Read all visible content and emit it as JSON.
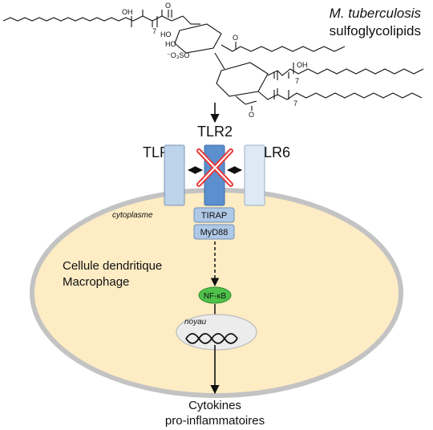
{
  "title": {
    "organism": "M. tuberculosis",
    "compound": "sulfoglycolipids"
  },
  "receptors": {
    "tlr1": "TLR1",
    "tlr2": "TLR2",
    "tlr6": "TLR6"
  },
  "adaptors": {
    "tirap": "TIRAP",
    "myd88": "MyD88"
  },
  "cell": {
    "compartment": "cytoplasme",
    "type_line1": "Cellule dendritique",
    "type_line2": "Macrophage"
  },
  "transcription_factor": "NF-κB",
  "nucleus_label": "noyau",
  "output": {
    "line1": "Cytokines",
    "line2": "pro-inflammatoires"
  },
  "molecule_labels": {
    "oh_top": "OH",
    "oh_ring_a": "HO",
    "oh_ring_b": "HO",
    "sulfate": "⁻O₃SO",
    "oh_right": "OH",
    "subscript_7": "7",
    "oxygen": "O"
  },
  "colors": {
    "tlr1_fill": "#bcd3ea",
    "tlr2_fill": "#5b8fcd",
    "tlr6_fill": "#dde9f5",
    "cell_fill": "#fdecc4",
    "cell_border": "#c3c3c3",
    "adaptor_fill": "#aec8e6",
    "nfkb_fill": "#4fc24a",
    "nucleus_fill": "#ececec",
    "inhibit_cross": "#e83a3a"
  }
}
